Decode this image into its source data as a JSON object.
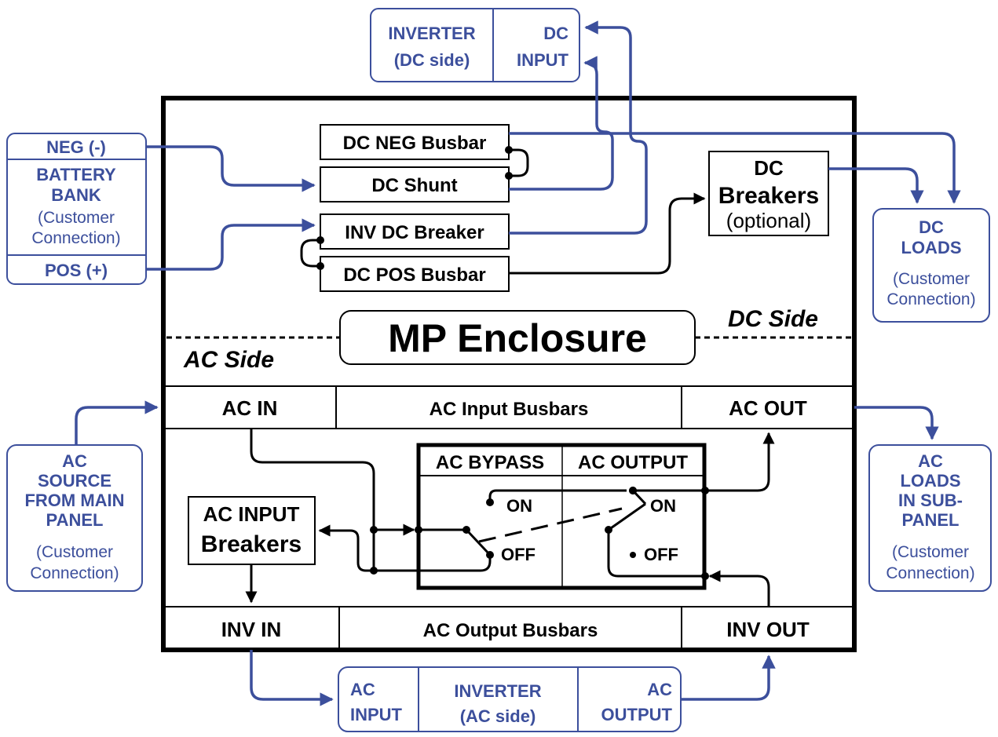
{
  "enclosure": {
    "title": "MP Enclosure",
    "dc_side_label": "DC Side",
    "ac_side_label": "AC Side"
  },
  "dc_internal": {
    "neg_busbar": "DC NEG Busbar",
    "shunt": "DC Shunt",
    "inv_dc_breaker": "INV DC Breaker",
    "pos_busbar": "DC POS Busbar",
    "dc_breakers_line1": "DC",
    "dc_breakers_line2": "Breakers",
    "dc_breakers_line3": "(optional)"
  },
  "ac_internal": {
    "ac_in": "AC IN",
    "ac_input_busbars": "AC Input Busbars",
    "ac_out": "AC OUT",
    "inv_in": "INV IN",
    "ac_output_busbars": "AC Output Busbars",
    "inv_out": "INV OUT",
    "ac_input_breakers_line1": "AC INPUT",
    "ac_input_breakers_line2": "Breakers",
    "bypass_header": "AC BYPASS",
    "output_header": "AC OUTPUT",
    "on_left": "ON",
    "off_left": "OFF",
    "on_right": "ON",
    "off_right": "OFF"
  },
  "external": {
    "inverter_dc": {
      "line1": "INVERTER",
      "line2": "(DC side)",
      "input_line1": "DC",
      "input_line2": "INPUT"
    },
    "battery": {
      "neg": "NEG (-)",
      "line1": "BATTERY",
      "line2": "BANK",
      "line3": "(Customer",
      "line4": "Connection)",
      "pos": "POS (+)"
    },
    "dc_loads": {
      "line1": "DC",
      "line2": "LOADS",
      "line3": "(Customer",
      "line4": "Connection)"
    },
    "ac_source": {
      "line1": "AC",
      "line2": "SOURCE",
      "line3": "FROM MAIN",
      "line4": "PANEL",
      "line5": "(Customer",
      "line6": "Connection)"
    },
    "ac_loads": {
      "line1": "AC",
      "line2": "LOADS",
      "line3": "IN SUB-",
      "line4": "PANEL",
      "line5": "(Customer",
      "line6": "Connection)"
    },
    "inverter_ac": {
      "input_line1": "AC",
      "input_line2": "INPUT",
      "line1": "INVERTER",
      "line2": "(AC side)",
      "output_line1": "AC",
      "output_line2": "OUTPUT"
    }
  },
  "colors": {
    "external_blue": "#3c4f9c",
    "internal_black": "#000000"
  }
}
